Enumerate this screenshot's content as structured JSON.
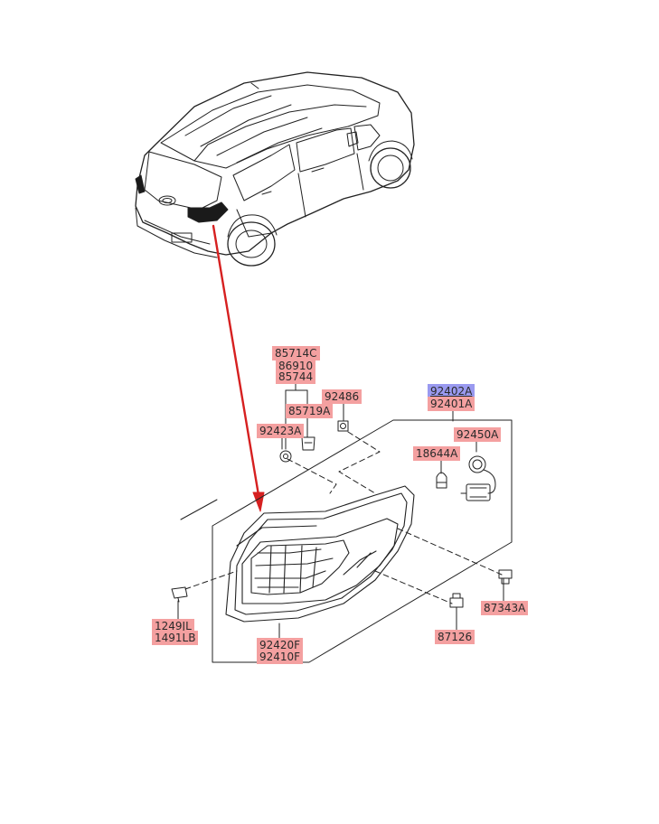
{
  "colors": {
    "label_bg": "#f4a0a0",
    "label_highlight_bg": "#9a9af0",
    "arrow": "#d62020",
    "line": "#222222"
  },
  "labels": {
    "p85714C": "85714C",
    "p86910": "86910",
    "p85744": "85744",
    "p85719A": "85719A",
    "p92486": "92486",
    "p92423A": "92423A",
    "p92402A": "92402A",
    "p92401A": "92401A",
    "p92450A": "92450A",
    "p18644A": "18644A",
    "p87343A": "87343A",
    "p87126": "87126",
    "p1249JL": "1249JL",
    "p1491LB": "1491LB",
    "p92420F": "92420F",
    "p92410F": "92410F"
  }
}
